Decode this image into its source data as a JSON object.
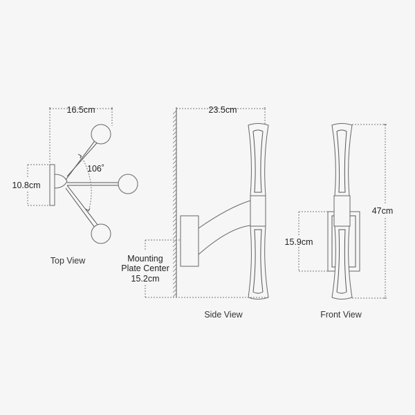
{
  "views": {
    "top": {
      "label": "Top View",
      "width": "16.5cm",
      "depth": "10.8cm",
      "angle": "106˚"
    },
    "side": {
      "label": "Side View",
      "extension": "23.5cm",
      "mount_line1": "Mounting",
      "mount_line2": "Plate Center",
      "mount_value": "15.2cm"
    },
    "front": {
      "label": "Front View",
      "height": "47cm",
      "plate_height": "15.9cm"
    }
  },
  "colors": {
    "background": "#f6f6f6",
    "line": "#555555",
    "text": "#333333"
  }
}
